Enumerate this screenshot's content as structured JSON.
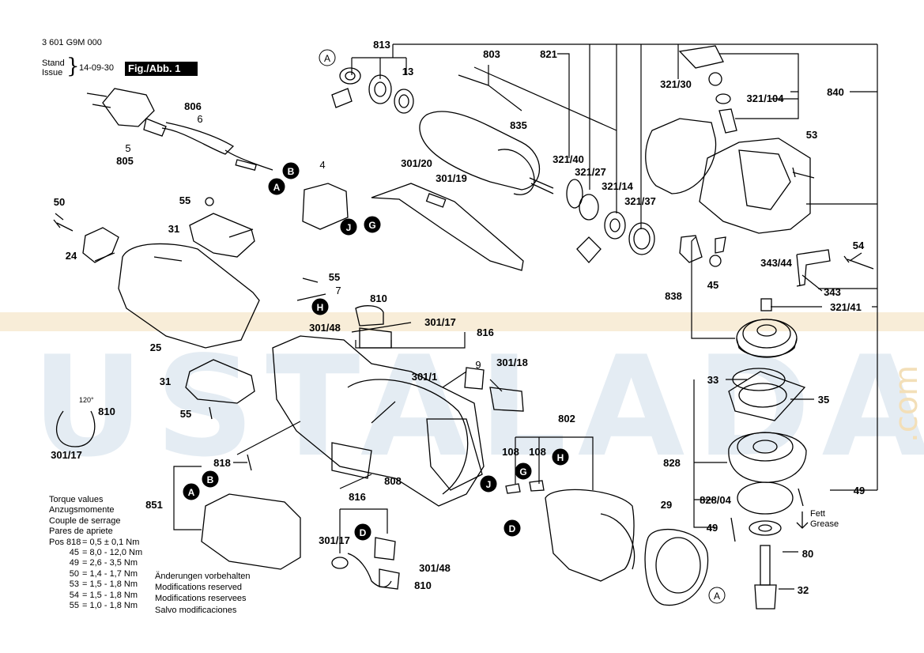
{
  "header": {
    "doc_number": "3 601 G9M 000",
    "stand_label": "Stand",
    "issue_label": "Issue",
    "date": "14-09-30",
    "figure": "Fig./Abb. 1"
  },
  "watermark": {
    "text": "USTALADA",
    "suffix": ".com",
    "color": "#d9e4ee",
    "accent": "#f3dfb8"
  },
  "torque": {
    "lines": [
      "Torque values",
      "Anzugsmomente",
      "Couple de serrage",
      "Pares de apriete"
    ],
    "rows": [
      {
        "pos": "Pos 818",
        "sep": "=",
        "value": "0,5 ± 0,1 Nm"
      },
      {
        "pos": "45",
        "sep": "=",
        "value": "8,0 - 12,0 Nm"
      },
      {
        "pos": "49",
        "sep": "=",
        "value": "2,6 - 3,5 Nm"
      },
      {
        "pos": "50",
        "sep": "=",
        "value": "1,4 - 1,7 Nm"
      },
      {
        "pos": "53",
        "sep": "=",
        "value": "1,5 - 1,8 Nm"
      },
      {
        "pos": "54",
        "sep": "=",
        "value": "1,5 - 1,8 Nm"
      },
      {
        "pos": "55",
        "sep": "=",
        "value": "1,0 - 1,8 Nm"
      }
    ]
  },
  "modifications": [
    "Änderungen vorbehalten",
    "Modifications reserved",
    "Modifications reservees",
    "Salvo modificaciones"
  ],
  "grease_note": {
    "line1": "Fett",
    "line2": "Grease"
  },
  "angle_note": "120°",
  "labels": {
    "813": "813",
    "803": "803",
    "821": "821",
    "13": "13",
    "835": "835",
    "321_30": "321/30",
    "321_104": "321/104",
    "840": "840",
    "53": "53",
    "806": "806",
    "6": "6",
    "5": "5",
    "805": "805",
    "4": "4",
    "301_20": "301/20",
    "301_19": "301/19",
    "321_40": "321/40",
    "321_27": "321/27",
    "321_14": "321/14",
    "321_37": "321/37",
    "50": "50",
    "55a": "55",
    "31a": "31",
    "24": "24",
    "54": "54",
    "343_44": "343/44",
    "343": "343",
    "45": "45",
    "838": "838",
    "321_41": "321/41",
    "55b": "55",
    "7": "7",
    "810a": "810",
    "301_48a": "301/48",
    "301_17a": "301/17",
    "816a": "816",
    "25": "25",
    "9": "9",
    "301_18": "301/18",
    "301_1": "301/1",
    "33": "33",
    "35": "35",
    "31b": "31",
    "55c": "55",
    "810b": "810",
    "301_17b": "301/17",
    "802": "802",
    "108a": "108",
    "108b": "108",
    "808": "808",
    "828": "828",
    "818": "818",
    "851": "851",
    "828_04": "828/04",
    "49a": "49",
    "29": "29",
    "49b": "49",
    "816b": "816",
    "301_17c": "301/17",
    "301_48b": "301/48",
    "810c": "810",
    "80": "80",
    "32": "32"
  },
  "callouts": {
    "A": "A",
    "B": "B",
    "G": "G",
    "H": "H",
    "J": "J",
    "D": "D"
  }
}
